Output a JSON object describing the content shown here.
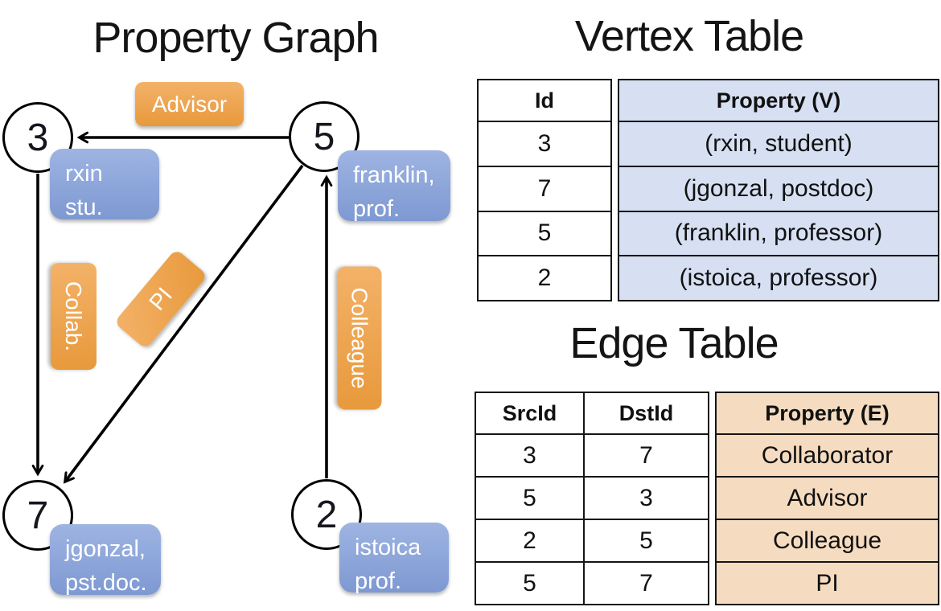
{
  "graph_panel": {
    "title": "Property Graph",
    "nodes": [
      {
        "id": "3",
        "label_line1": "rxin",
        "label_line2": "stu."
      },
      {
        "id": "5",
        "label_line1": "franklin,",
        "label_line2": "prof."
      },
      {
        "id": "7",
        "label_line1": "jgonzal,",
        "label_line2": "pst.doc."
      },
      {
        "id": "2",
        "label_line1": "istoica",
        "label_line2": "prof."
      }
    ],
    "edge_labels": {
      "advisor": "Advisor",
      "collab": "Collab.",
      "pi": "PI",
      "colleague": "Colleague"
    }
  },
  "vertex_table": {
    "title": "Vertex Table",
    "columns": {
      "id": "Id",
      "property": "Property (V)"
    },
    "rows": [
      {
        "id": "3",
        "property": "(rxin, student)"
      },
      {
        "id": "7",
        "property": "(jgonzal, postdoc)"
      },
      {
        "id": "5",
        "property": "(franklin, professor)"
      },
      {
        "id": "2",
        "property": "(istoica, professor)"
      }
    ]
  },
  "edge_table": {
    "title": "Edge Table",
    "columns": {
      "src": "SrcId",
      "dst": "DstId",
      "property": "Property (E)"
    },
    "rows": [
      {
        "src": "3",
        "dst": "7",
        "property": "Collaborator"
      },
      {
        "src": "5",
        "dst": "3",
        "property": "Advisor"
      },
      {
        "src": "2",
        "dst": "5",
        "property": "Colleague"
      },
      {
        "src": "5",
        "dst": "7",
        "property": "PI"
      }
    ]
  },
  "colors": {
    "edge_line": "#000000",
    "orange_label": "#eda14b",
    "blue_label": "#8ba6d9",
    "vertex_property_bg": "#d6e0f2",
    "edge_property_bg": "#f5dcc0",
    "table_border": "#151515",
    "title_text": "#141414",
    "label_text": "#ffffff"
  }
}
